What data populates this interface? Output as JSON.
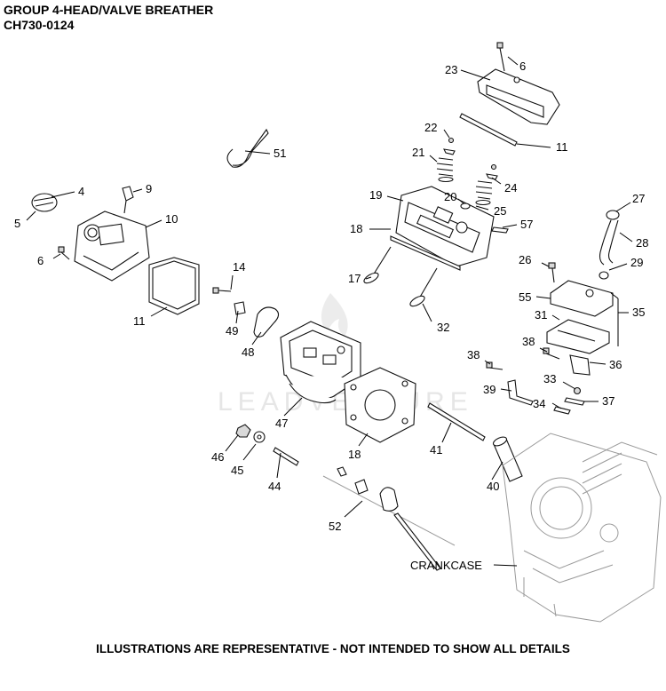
{
  "header": {
    "title": "GROUP 4-HEAD/VALVE BREATHER",
    "model_code": "CH730-0124"
  },
  "footer": {
    "note": "ILLUSTRATIONS ARE REPRESENTATIVE - NOT INTENDED TO SHOW ALL DETAILS"
  },
  "watermark": "LEADVENTURE",
  "callouts": {
    "c23": "23",
    "c6a": "6",
    "c22": "22",
    "c11a": "11",
    "c21": "21",
    "c51": "51",
    "c24": "24",
    "c4": "4",
    "c9": "9",
    "c19": "19",
    "c20": "20",
    "c25": "25",
    "c27": "27",
    "c5": "5",
    "c10": "10",
    "c18a": "18",
    "c57": "57",
    "c28": "28",
    "c6b": "6",
    "c26": "26",
    "c29": "29",
    "c14": "14",
    "c17": "17",
    "c55": "55",
    "c11b": "11",
    "c35": "35",
    "c32": "32",
    "c49": "49",
    "c31": "31",
    "c48": "48",
    "c38a": "38",
    "c38b": "38",
    "c36": "36",
    "c33": "33",
    "c39": "39",
    "c34": "34",
    "c37": "37",
    "c47": "47",
    "c41": "41",
    "c18b": "18",
    "c46": "46",
    "c45": "45",
    "c40": "40",
    "c44": "44",
    "c52": "52",
    "crankcase": "CRANKCASE"
  }
}
